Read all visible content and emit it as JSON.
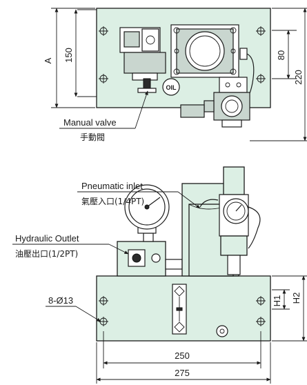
{
  "top_view": {
    "labels": {
      "manual_valve_en": "Manual valve",
      "manual_valve_cn": "手動閥",
      "oil_mark": "OIL"
    },
    "dimensions": {
      "a": "A",
      "d150": "150",
      "d80": "80",
      "d220": "220"
    }
  },
  "front_view": {
    "labels": {
      "pneumatic_inlet_en": "Pneumatic inlet",
      "pneumatic_inlet_cn": "氣壓入口(1/4PT)",
      "hydraulic_outlet_en": "Hydraulic Outlet",
      "hydraulic_outlet_cn": "油壓出口(1/2PT)",
      "holes": "8-Ø13"
    },
    "dimensions": {
      "d250": "250",
      "d275": "275",
      "h1": "H1",
      "h2": "H2"
    }
  }
}
